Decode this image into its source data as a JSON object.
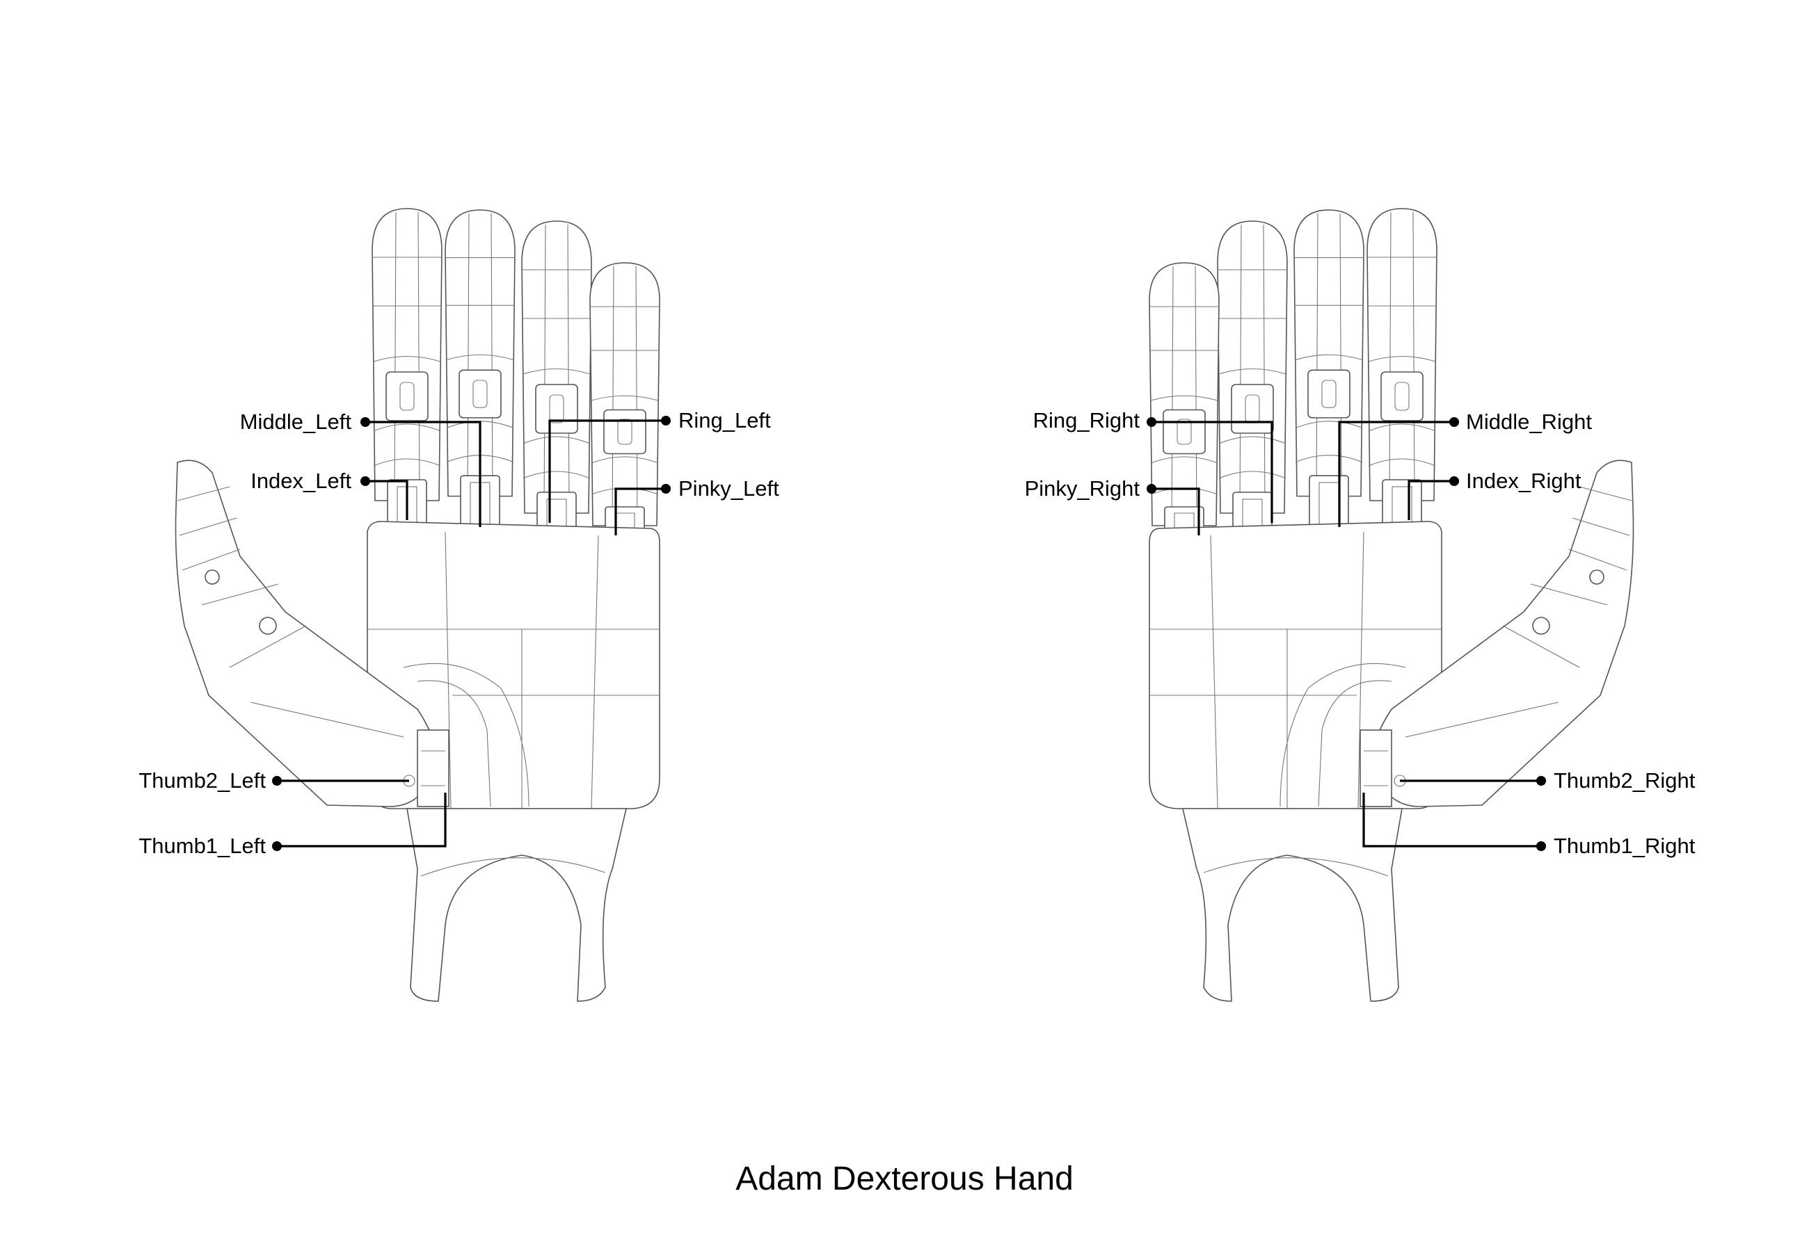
{
  "figure": {
    "title": "Adam Dexterous Hand",
    "left_hand": {
      "labels": {
        "middle": "Middle_Left",
        "index": "Index_Left",
        "ring": "Ring_Left",
        "pinky": "Pinky_Left",
        "thumb2": "Thumb2_Left",
        "thumb1": "Thumb1_Left"
      }
    },
    "right_hand": {
      "labels": {
        "ring": "Ring_Right",
        "pinky": "Pinky_Right",
        "middle": "Middle_Right",
        "index": "Index_Right",
        "thumb2": "Thumb2_Right",
        "thumb1": "Thumb1_Right"
      }
    },
    "colors": {
      "background": "#ffffff",
      "line_art": "#555555",
      "leader_lines": "#000000",
      "text": "#000000"
    }
  }
}
